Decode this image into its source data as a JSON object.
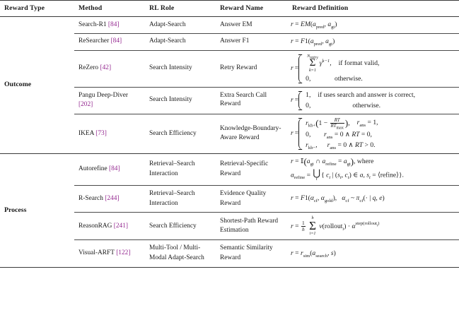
{
  "table": {
    "columns": [
      {
        "key": "reward_type",
        "label": "Reward Type"
      },
      {
        "key": "method",
        "label": "Method"
      },
      {
        "key": "rl_role",
        "label": "RL Role"
      },
      {
        "key": "reward_name",
        "label": "Reward Name"
      },
      {
        "key": "reward_definition",
        "label": "Reward Definition"
      }
    ],
    "citation_color": "#93268f",
    "rule_color": "#3a3a3a",
    "sections": [
      {
        "reward_type": "Outcome",
        "rows": [
          {
            "method": "Search-R1",
            "citation": "[84]",
            "rl_role": "Adapt-Search",
            "reward_name": "Answer EM",
            "definition_text": "r = EM(a_pred, a_gt)"
          },
          {
            "method": "ReSearcher",
            "citation": "[84]",
            "rl_role": "Adapt-Search",
            "reward_name": "Answer F1",
            "definition_text": "r = F1(a_pred, a_gt)"
          },
          {
            "method": "ReZero",
            "citation": "[42]",
            "rl_role": "Search Intensity",
            "reward_name": "Retry Reward",
            "definition_text": "r = { sum_{k=1}^{N_retry} gamma^{k-1}, if format valid; 0, otherwise."
          },
          {
            "method": "Pangu Deep-Diver",
            "citation": "[202]",
            "rl_role": "Search Intensity",
            "reward_name": "Extra Search Call Reward",
            "definition_text": "r = { 1, if uses search and answer is correct; 0, otherwise."
          },
          {
            "method": "IKEA",
            "citation": "[73]",
            "rl_role": "Search Efficiency",
            "reward_name": "Knowledge-Boundary-Aware Reward",
            "definition_text": "r = { r_kb+(1 - RT/RT_max), r_ans = 1; 0, r_ans = 0 and RT = 0; r_kb-, r_ans = 0 and RT > 0."
          }
        ]
      },
      {
        "reward_type": "Process",
        "rows": [
          {
            "method": "Autorefine",
            "citation": "[84]",
            "rl_role": "Retrieval–Search Interaction",
            "reward_name": "Retrieval-Specific Reward",
            "definition_text": "r = I(a_gt ∩ a_refine = a_gt), where a_refine = Union_t { c_t | (s_t, c_t) ∈ a, s_t = <refine> }."
          },
          {
            "method": "R-Search",
            "citation": "[244]",
            "rl_role": "Retrieval–Search Interaction",
            "reward_name": "Evidence Quality Reward",
            "definition_text": "r = F1(alpha_cf, alpha_gold),  alpha_cf ~ pi_cf(· | q, e)"
          },
          {
            "method": "ReasonRAG",
            "citation": "[241]",
            "rl_role": "Search Efficiency",
            "reward_name": "Shortest-Path Reward Estimation",
            "definition_text": "r = (1/h) sum_{i=1}^{h} v(rollout_i) · alpha^{step(rollout_i)}"
          },
          {
            "method": "Visual-ARFT",
            "citation": "[122]",
            "rl_role": "Multi-Tool / Multi-Modal Adapt-Search",
            "reward_name": "Semantic Similarity Reward",
            "definition_text": "r = r_sim(a_search, s)"
          }
        ]
      }
    ],
    "math_symbols": {
      "r": "r",
      "equals": "=",
      "EM": "EM",
      "F1": "F1",
      "a_pred": "a",
      "a_pred_sub": "pred",
      "a_gt": "a",
      "a_gt_sub": "gt",
      "gamma": "γ",
      "N_retry": "N",
      "N_retry_sub": "retry",
      "if_format_valid": "if format valid,",
      "zero": "0,",
      "otherwise": "otherwise.",
      "one": "1,",
      "if_uses_search": "if uses search and answer is correct,",
      "r_kb_plus": "r",
      "kb_plus_sub": "kb+",
      "r_kb_minus": "r",
      "kb_minus_sub": "kb−",
      "RT": "RT",
      "RT_max": "RT",
      "RT_max_sub": "max",
      "r_ans": "r",
      "ans_sub": "ans",
      "wedge": "∧",
      "indicator": "𝕀",
      "cap": "∩",
      "a_refine": "a",
      "refine_sub": "refine",
      "where": ", where",
      "cup": "⋃",
      "c_t": "c",
      "s_t": "s",
      "t_sub": "t",
      "in": "∈",
      "refine_tag": "⟨refine⟩",
      "alpha": "α",
      "cf_sub": "cf",
      "gold_sub": "gold",
      "tilde": "~",
      "pi": "π",
      "mid": "|",
      "cdot_thin": "·",
      "q": "q",
      "e": "e",
      "h": "h",
      "i_eq_1": "i=1",
      "v": "v",
      "rollout": "rollout",
      "i_sub": "i",
      "step": "step",
      "r_sim": "r",
      "sim_sub": "sim",
      "a_search": "a",
      "search_sub": "search",
      "s": "s"
    }
  }
}
